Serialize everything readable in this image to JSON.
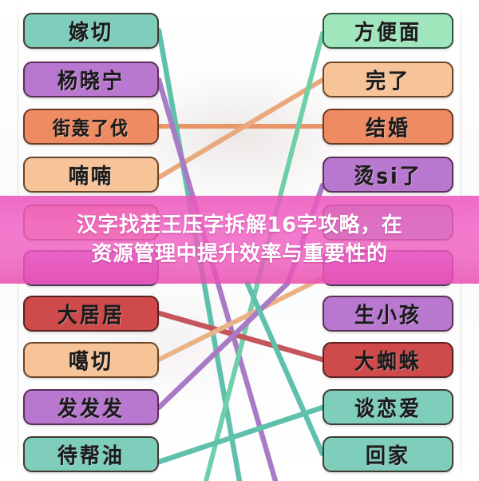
{
  "app": {
    "title": "汉字找茬王 - 连线配对",
    "type": "word-matching-puzzle"
  },
  "colors": {
    "teal_fill": "#7fcdbb",
    "teal_border": "#3f3a33",
    "purple_fill": "#b978d0",
    "purple_border": "#5a2f55",
    "orange_fill": "#ef8b62",
    "orange_border": "#6b3b24",
    "peach_fill": "#f7c398",
    "peach_border": "#6b4528",
    "mint_fill": "#9fe6bd",
    "mint_border": "#31543c",
    "red_fill": "#cf4a4a",
    "red_border": "#5c2020",
    "banner_pink": "#ec54ba",
    "banner_text": "#ffffff"
  },
  "left_column": [
    {
      "id": "L1",
      "text": "嫁切",
      "color": "teal"
    },
    {
      "id": "L2",
      "text": "杨晓宁",
      "color": "purple"
    },
    {
      "id": "L3",
      "text": "街轰了伐",
      "color": "orange"
    },
    {
      "id": "L4",
      "text": "喃喃",
      "color": "peach"
    },
    {
      "id": "L5",
      "text": "",
      "color": "peach"
    },
    {
      "id": "L6",
      "text": "",
      "color": "purple"
    },
    {
      "id": "L7",
      "text": "大居居",
      "color": "red"
    },
    {
      "id": "L8",
      "text": "噶切",
      "color": "peach"
    },
    {
      "id": "L9",
      "text": "发发发",
      "color": "purple"
    },
    {
      "id": "L10",
      "text": "待帮油",
      "color": "teal"
    }
  ],
  "right_column": [
    {
      "id": "R1",
      "text": "方便面",
      "color": "mint"
    },
    {
      "id": "R2",
      "text": "完了",
      "color": "peach"
    },
    {
      "id": "R3",
      "text": "结婚",
      "color": "orange"
    },
    {
      "id": "R4",
      "text": "烫si了",
      "color": "purple"
    },
    {
      "id": "R5",
      "text": "",
      "color": "teal"
    },
    {
      "id": "R6",
      "text": "",
      "color": "purple"
    },
    {
      "id": "R7",
      "text": "生小孩",
      "color": "purple"
    },
    {
      "id": "R8",
      "text": "大蜘蛛",
      "color": "red"
    },
    {
      "id": "R9",
      "text": "谈恋爱",
      "color": "teal"
    },
    {
      "id": "R10",
      "text": "回家",
      "color": "teal"
    }
  ],
  "connections": [
    {
      "from": "L1",
      "to": "R7",
      "color": "#5fc0ac",
      "name": "link-teal-1"
    },
    {
      "from": "L2",
      "to": "R8",
      "color": "#a濃",
      "name": "link-purple-1"
    },
    {
      "from": "L3",
      "to": "R3",
      "color": "#e8956a",
      "name": "link-orange-1"
    },
    {
      "from": "L4",
      "to": "R2",
      "color": "#e8a87c",
      "name": "link-peach-1"
    },
    {
      "from": "R1",
      "to": "L9",
      "color": "#6fd0a8",
      "name": "link-mint-1"
    },
    {
      "from": "R4",
      "to": "L9",
      "color": "#a97bc4",
      "name": "link-purple-2"
    },
    {
      "from": "L7",
      "to": "R8",
      "color": "#c4555a",
      "name": "link-red-1"
    },
    {
      "from": "L8",
      "to": "R2",
      "color": "#eab287",
      "name": "link-peach-2"
    },
    {
      "from": "L10",
      "to": "R9",
      "color": "#5fc0ac",
      "name": "link-teal-2"
    },
    {
      "from": "R10",
      "to": "L5",
      "color": "#5fc0ac",
      "name": "link-teal-3"
    }
  ],
  "promo_banner": {
    "line1": "汉字找茬王压字拆解16字攻略，在",
    "line2": "资源管理中提升效率与重要性的"
  }
}
